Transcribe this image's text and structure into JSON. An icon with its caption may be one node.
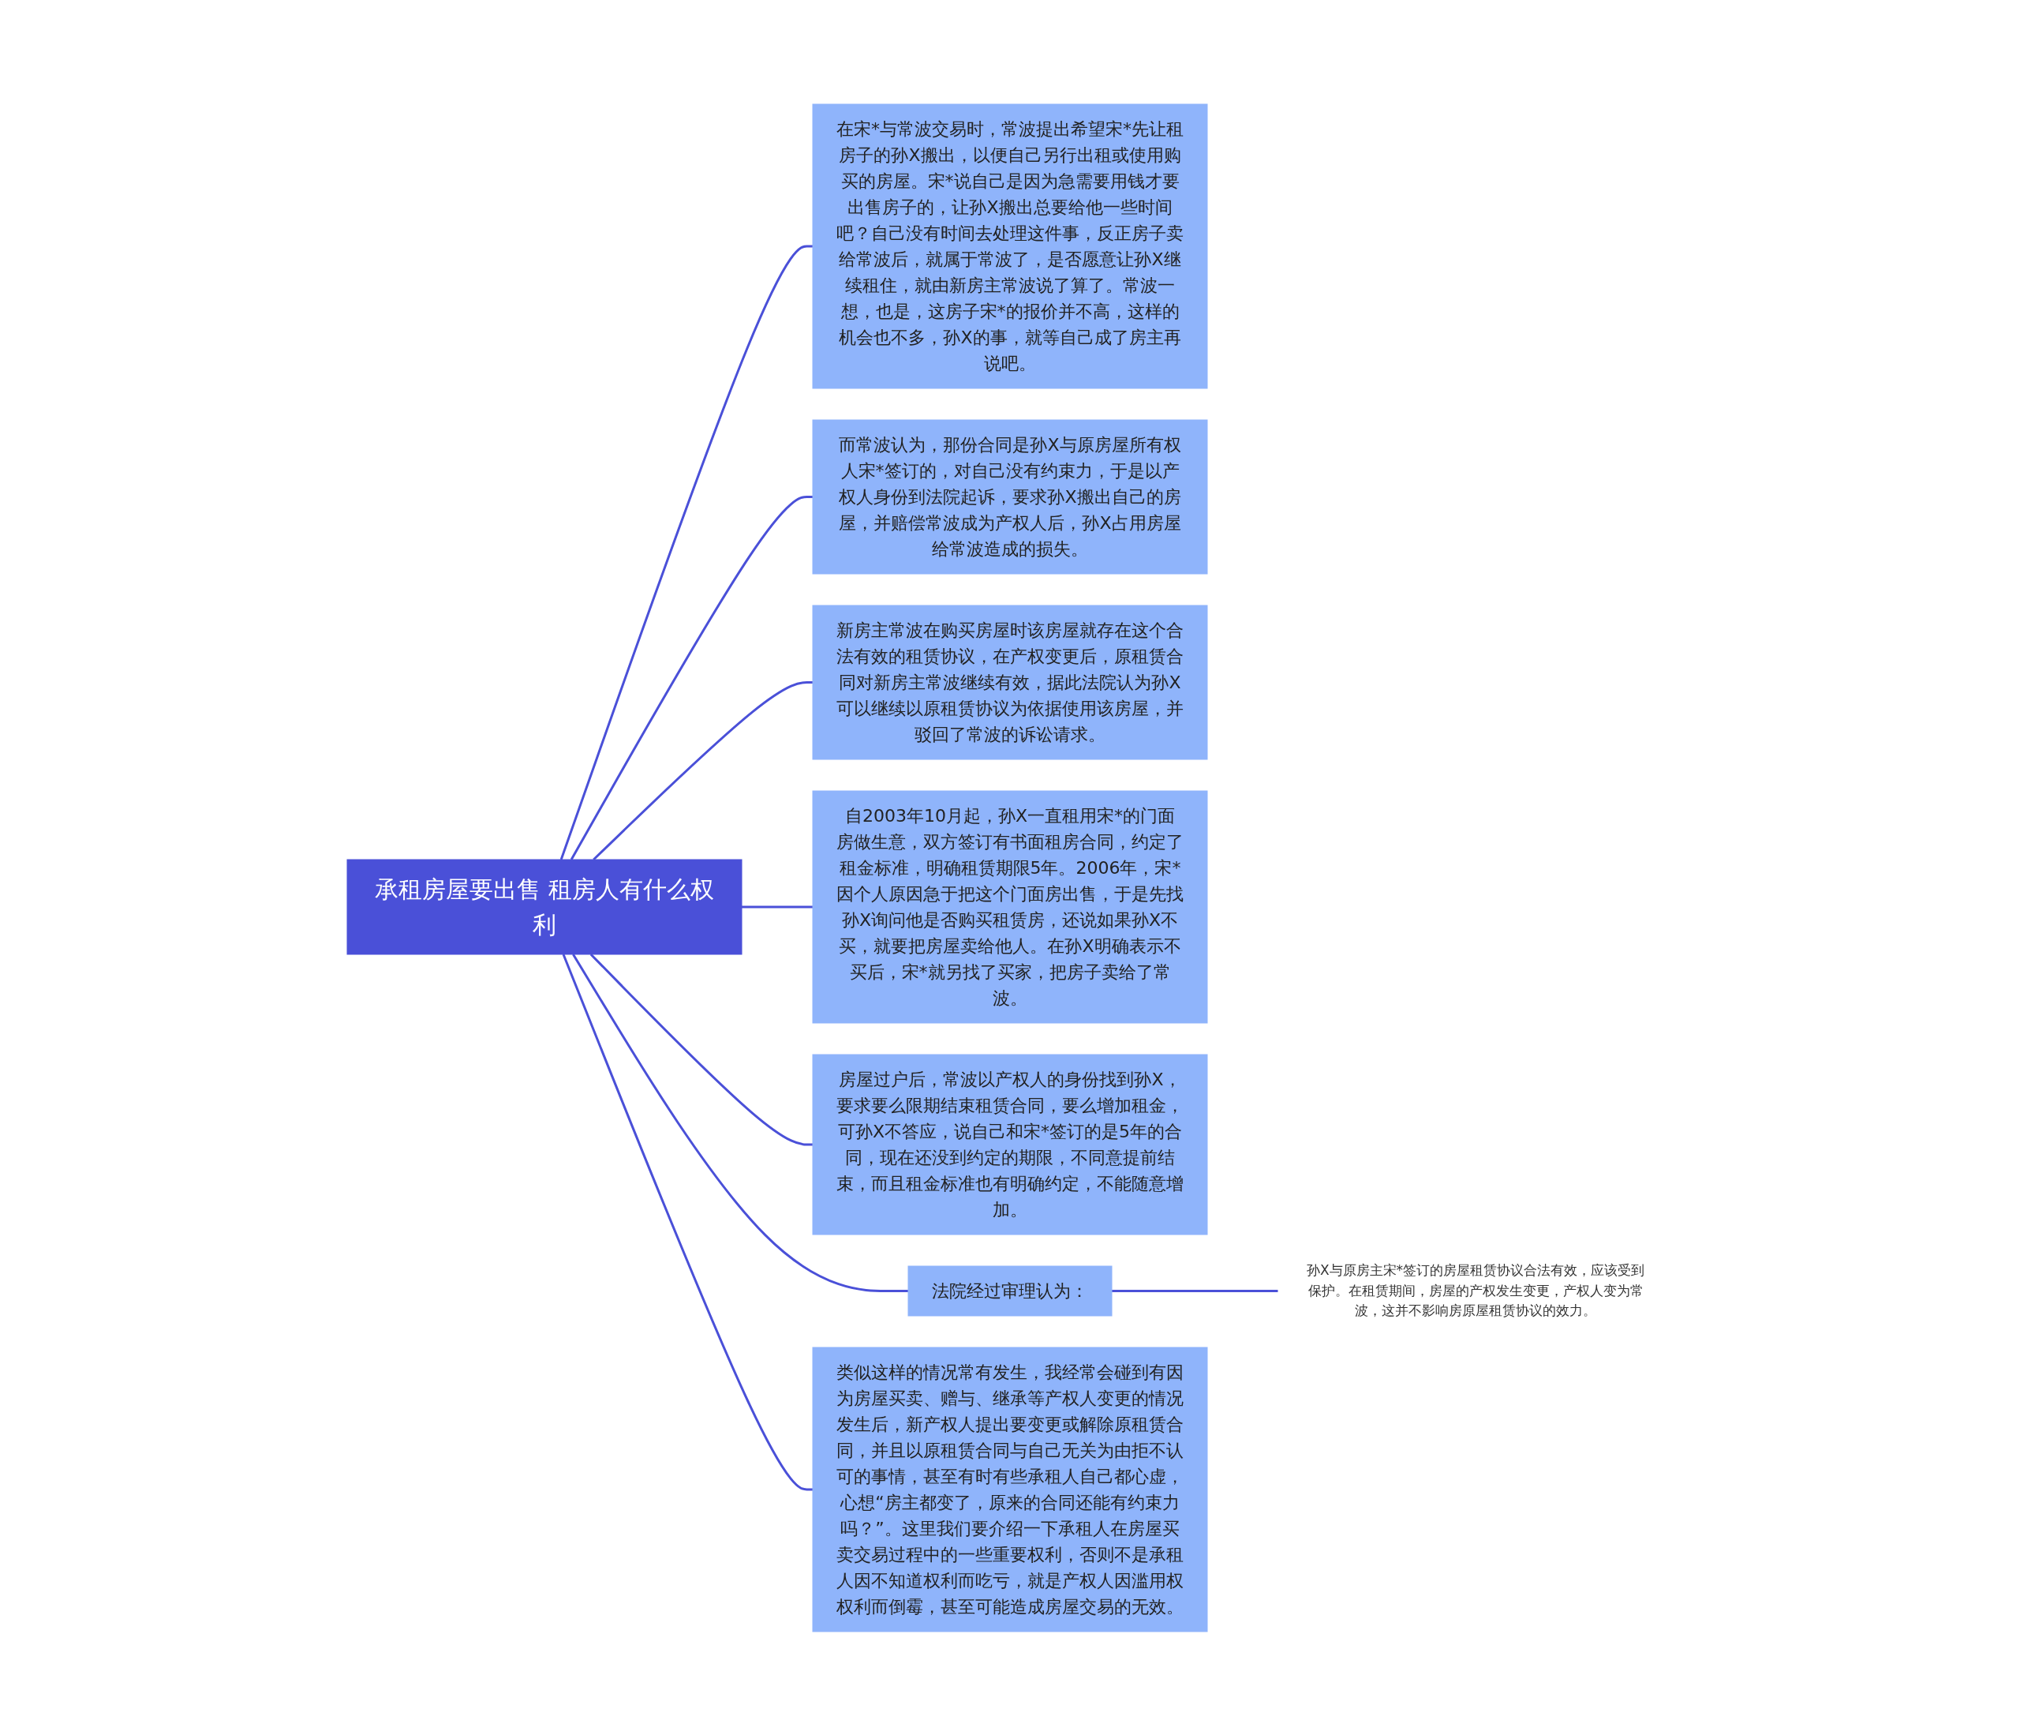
{
  "diagram": {
    "nodes": [
      {
        "text": [
          "承租房屋要出售 租房人有什么权利"
        ]
      },
      {
        "text": [
          "在宋*与常波交易时，常波提出希望宋*先让租房子的孙X搬出，以便自己另行出租或使用购买的房屋。宋*说自己是因为急需要用钱才要出售房子的，让孙X搬出总要给他一些时间吧？自己没有时间去处理这件事，反正房子卖给常波后，就属于常波了，是否愿意让孙X继续租住，就由新房主常波说了算了。常波一想，也是，这房子宋*的报价并不高，这样的机会也不多，孙X的事，就等自己成了房主再说吧。"
        ]
      },
      {
        "text": [
          "而常波认为，那份合同是孙X与原房屋所有权人宋*签订的，对自己没有约束力，于是以产权人身份到法院起诉，要求孙X搬出自己的房屋，并赔偿常波成为产权人后，孙X占用房屋给常波造成的损失。"
        ]
      },
      {
        "text": [
          "新房主常波在购买房屋时该房屋就存在这个合法有效的租赁协议，在产权变更后，原租赁合同对新房主常波继续有效，据此法院认为孙X可以继续以原租赁协议为依据使用该房屋，并驳回了常波的诉讼请求。"
        ]
      },
      {
        "text": [
          "自2003年10月起，孙X一直租用宋*的门面房做生意，双方签订有书面租房合同，约定了租金标准，明确租赁期限5年。2006年，宋*因个人原因急于把这个门面房出售，于是先找孙X询问他是否购买租赁房，还说如果孙X不买，就要把房屋卖给他人。在孙X明确表示不买后，宋*就另找了买家，把房子卖给了常波。"
        ]
      },
      {
        "text": [
          "房屋过户后，常波以产权人的身份找到孙X，要求要么限期结束租赁合同，要么增加租金，可孙X不答应，说自己和宋*签订的是5年的合同，现在还没到约定的期限，不同意提前结束，而且租金标准也有明确约定，不能随意增加。"
        ]
      },
      {
        "text": [
          "法院经过审理认为："
        ]
      },
      {
        "text": [
          "类似这样的情况常有发生，我经常会碰到有因为房屋买卖、赠与、继承等产权人变更的情况发生后，新产权人提出要变更或解除原租赁合同，并且以原租赁合同与自己无关为由拒不认可的事情，甚至有时有些承租人自己都心虚，心想“房主都变了，原来的合同还能有约束力吗？”。这里我们要介绍一下承租人在房屋买卖交易过程中的一些重要权利，否则不是承租人因不知道权利而吃亏，就是产权人因滥用权权利而倒霉，甚至可能造成房屋交易的无效。"
        ]
      },
      {
        "text": [
          "孙X与原房主宋*签订的房屋租赁协议合法有效，应该受到保护。在租赁期间，房屋的产权发生变更，产权人变为常波，这并不影响房原屋租赁协议的效力。"
        ]
      }
    ],
    "edges": [
      {
        "from": 0,
        "to": 1,
        "arrow": "none"
      },
      {
        "from": 0,
        "to": 2,
        "arrow": "none"
      },
      {
        "from": 0,
        "to": 3,
        "arrow": "none"
      },
      {
        "from": 0,
        "to": 4,
        "arrow": "none"
      },
      {
        "from": 0,
        "to": 5,
        "arrow": "none"
      },
      {
        "from": 0,
        "to": 6,
        "arrow": "none"
      },
      {
        "from": 0,
        "to": 7,
        "arrow": "none"
      },
      {
        "from": 6,
        "to": 8,
        "arrow": "none"
      }
    ]
  }
}
